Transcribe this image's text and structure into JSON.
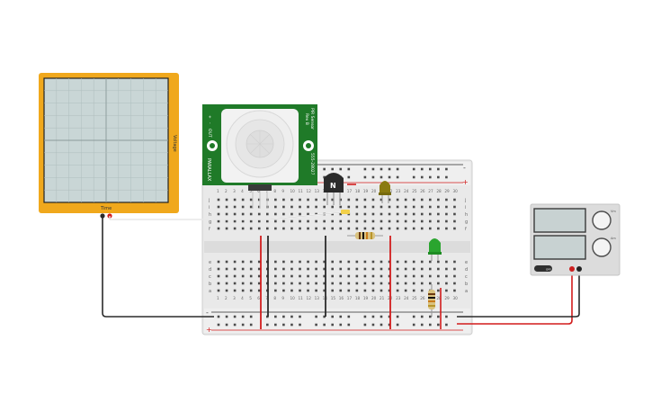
{
  "oscilloscope": {
    "x_label": "Time",
    "y_label": "Voltage"
  },
  "pir_sensor": {
    "left_label": "PARALLAX",
    "right_label_1": "PIR Sensor",
    "right_label_2": "Rev B",
    "right_label_3": "555-28027",
    "pin_marks": [
      "+",
      "-",
      "OUT"
    ]
  },
  "transistor": {
    "label": "N"
  },
  "breadboard": {
    "column_numbers": [
      "1",
      "2",
      "3",
      "4",
      "5",
      "6",
      "7",
      "8",
      "9",
      "10",
      "11",
      "12",
      "13",
      "14",
      "15",
      "16",
      "17",
      "18",
      "19",
      "20",
      "21",
      "22",
      "23",
      "24",
      "25",
      "26",
      "27",
      "28",
      "29",
      "30"
    ],
    "row_letters_top": [
      "j",
      "i",
      "h",
      "g",
      "f"
    ],
    "row_letters_bottom": [
      "e",
      "d",
      "c",
      "b",
      "a"
    ],
    "rail_plus": "+",
    "rail_minus": "-"
  },
  "power_supply": {
    "label_1": "Vm",
    "label_2": "Am",
    "switch_label": "OFF",
    "colors": {
      "pos": "#cc1f1f",
      "neg": "#222222"
    }
  },
  "colors": {
    "scope_frame": "#f0a81c",
    "scope_screen": "#c9d6d6",
    "pcb_green": "#1f7a28",
    "wire_red": "#d21c1c",
    "wire_black": "#2a2a2a"
  }
}
